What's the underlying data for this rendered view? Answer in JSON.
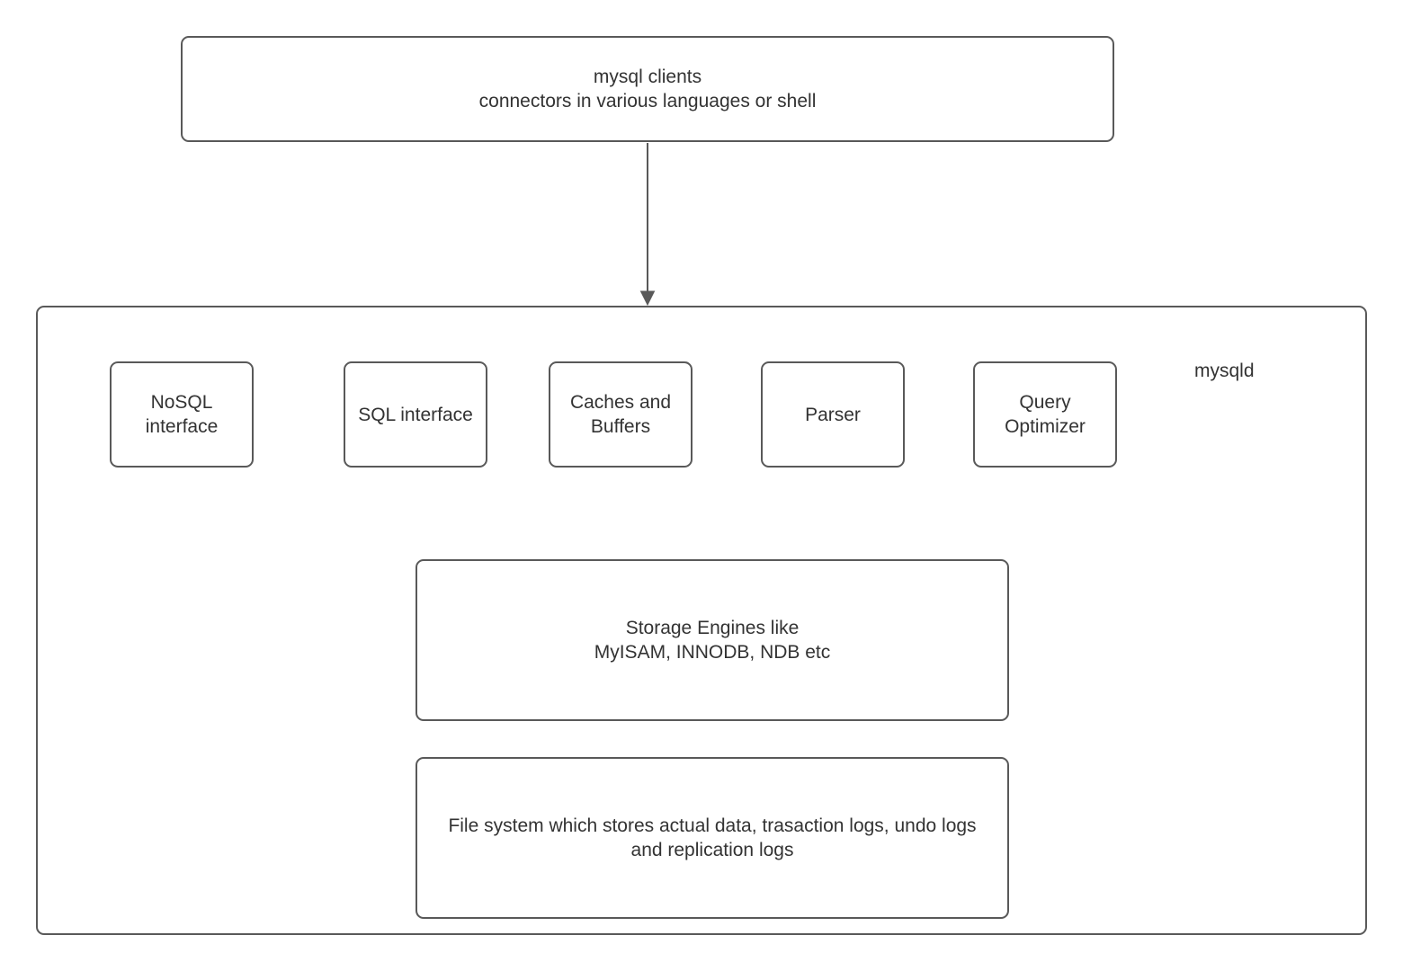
{
  "colors": {
    "border": "#595959",
    "text": "#333333",
    "background": "#ffffff",
    "arrow": "#595959"
  },
  "clients_box": {
    "line1": "mysql clients",
    "line2": "connectors in various languages or shell"
  },
  "mysqld": {
    "label": "mysqld",
    "components": [
      {
        "label": "NoSQL interface"
      },
      {
        "label": "SQL interface"
      },
      {
        "label": "Caches and Buffers"
      },
      {
        "label": "Parser"
      },
      {
        "label": "Query Optimizer"
      }
    ],
    "storage_box": {
      "line1": "Storage Engines like",
      "line2": "MyISAM, INNODB, NDB etc"
    },
    "filesystem_box": {
      "line1": "File system which stores actual data, trasaction logs, undo logs",
      "line2": "and replication logs"
    }
  }
}
